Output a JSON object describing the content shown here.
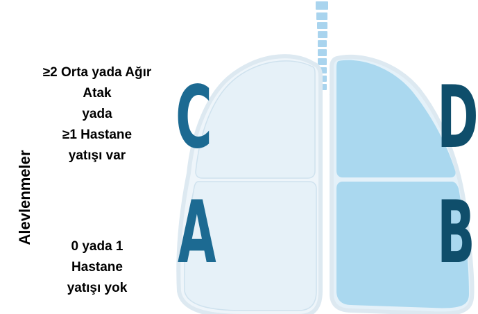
{
  "y_axis_label": "Alevlenmeler",
  "high_risk_condition": {
    "lines": [
      "≥2 Orta yada Ağır",
      "Atak",
      "yada",
      "≥1 Hastane",
      "yatışı var"
    ]
  },
  "low_risk_condition": {
    "lines": [
      "0 yada 1",
      "Hastane",
      "yatışı yok"
    ]
  },
  "quadrants": {
    "top_left": "C",
    "bottom_left": "A",
    "top_right": "D",
    "bottom_right": "B"
  },
  "colors": {
    "left_lung_fill": "#e6f1f8",
    "right_lung_fill": "#aad8ef",
    "lung_outline": "#dde9f1",
    "letter_left": "#1c6a92",
    "letter_right": "#0f4e6b",
    "trachea": "#a9d4ee"
  }
}
